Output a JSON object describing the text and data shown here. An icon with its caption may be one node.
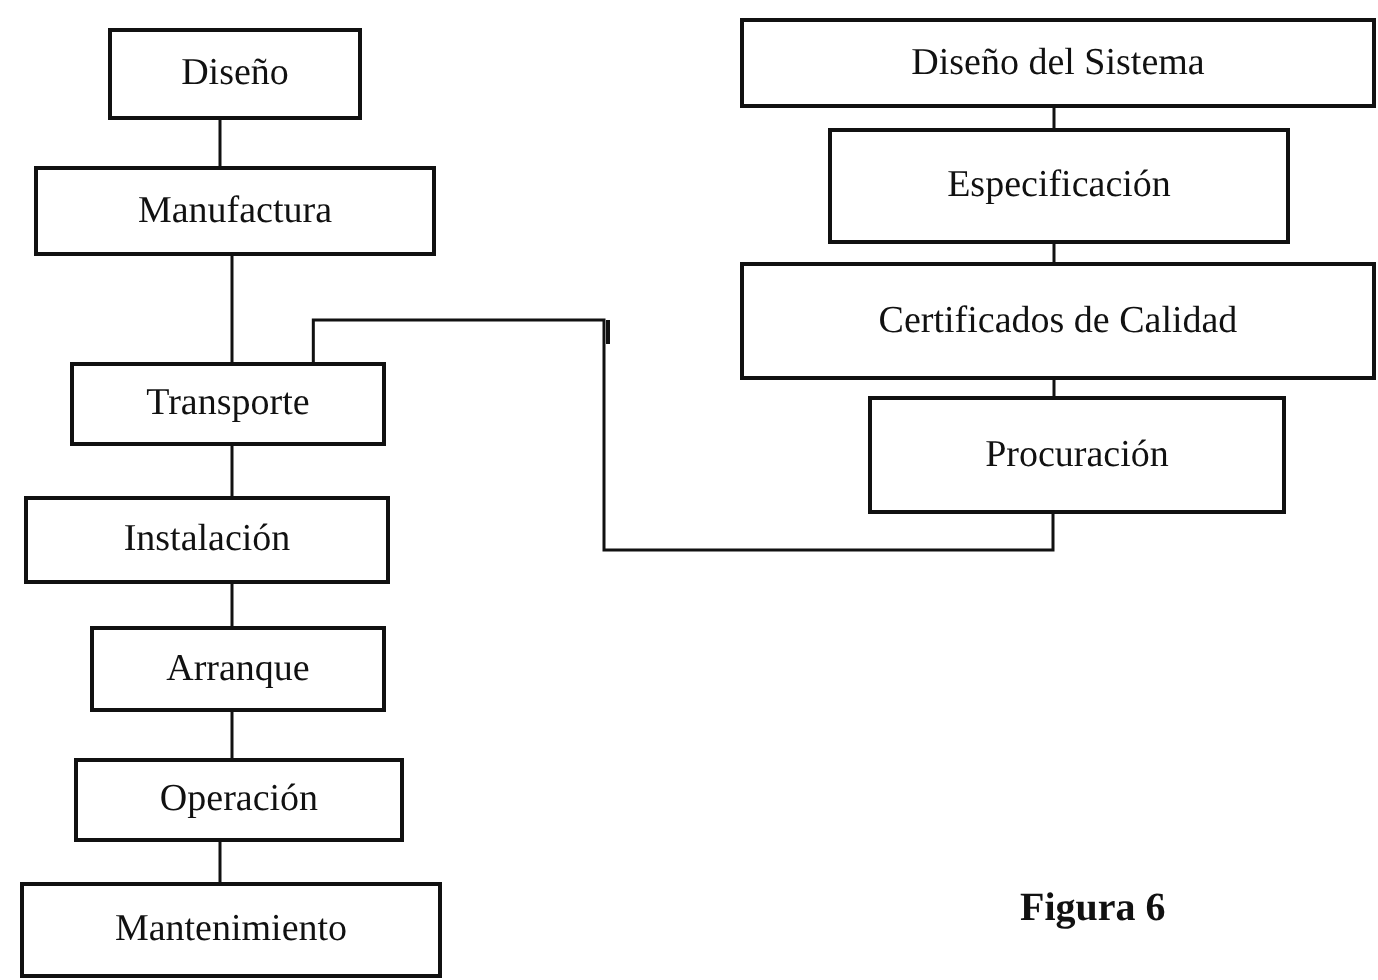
{
  "diagram": {
    "caption": "Figura 6",
    "nodes": [
      {
        "text": [
          "Diseño"
        ]
      },
      {
        "text": [
          "Manufactura"
        ]
      },
      {
        "text": [
          "Transporte"
        ]
      },
      {
        "text": [
          "Instalación"
        ]
      },
      {
        "text": [
          "Arranque"
        ]
      },
      {
        "text": [
          "Operación"
        ]
      },
      {
        "text": [
          "Mantenimiento"
        ]
      },
      {
        "text": [
          "Diseño del Sistema"
        ]
      },
      {
        "text": [
          "Especificación"
        ]
      },
      {
        "text": [
          "Certificados de Calidad"
        ]
      },
      {
        "text": [
          "Procuración"
        ]
      }
    ],
    "edges": [
      {
        "from": 0,
        "to": 1,
        "arrow": "none"
      },
      {
        "from": 1,
        "to": 2,
        "arrow": "none"
      },
      {
        "from": 2,
        "to": 3,
        "arrow": "none"
      },
      {
        "from": 3,
        "to": 4,
        "arrow": "none"
      },
      {
        "from": 4,
        "to": 5,
        "arrow": "none"
      },
      {
        "from": 5,
        "to": 6,
        "arrow": "none"
      },
      {
        "from": 7,
        "to": 8,
        "arrow": "none"
      },
      {
        "from": 8,
        "to": 9,
        "arrow": "none"
      },
      {
        "from": 9,
        "to": 10,
        "arrow": "none"
      },
      {
        "from": 10,
        "to": 2,
        "arrow": "none"
      }
    ]
  }
}
